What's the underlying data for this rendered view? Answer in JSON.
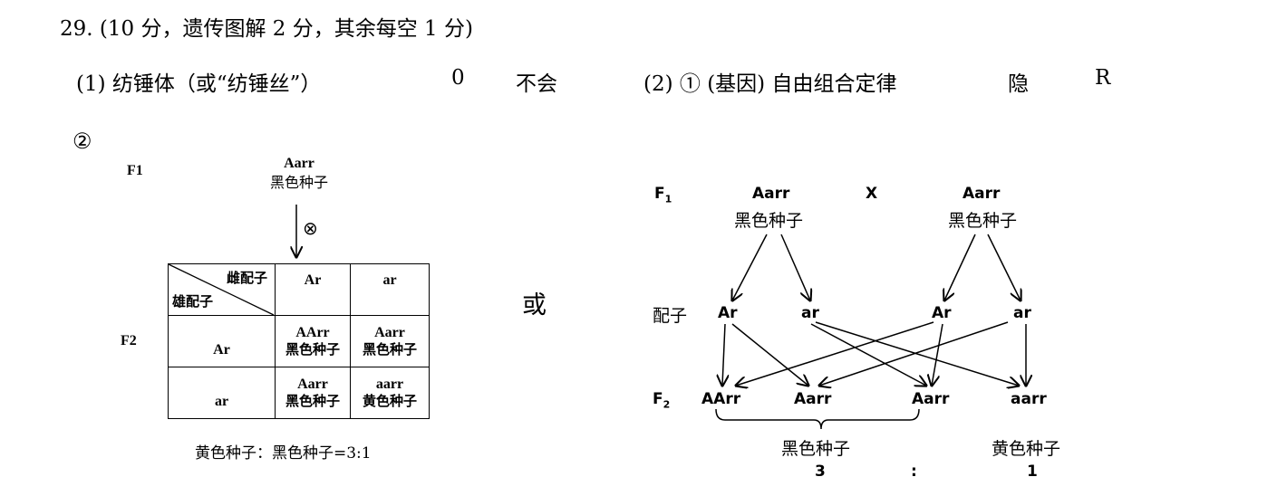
{
  "title": "29. (10 分，遗传图解 2 分，其余每空 1 分)",
  "answers": {
    "p1": "(1) 纺锤体（或“纺锤丝”）",
    "a1": "0",
    "a2": "不会",
    "p2": "(2) ① (基因) 自由组合定律",
    "a3": "隐",
    "a4": "R",
    "circle2": "②"
  },
  "left_diagram": {
    "f1_label": "F1",
    "f2_label": "F2",
    "parent_genotype": "Aarr",
    "parent_phenotype": "黑色种子",
    "self_symbol": "⊗",
    "header_female": "雌配子",
    "header_male": "雄配子",
    "col_headers": [
      "Ar",
      "ar"
    ],
    "rows": [
      {
        "gamete": "Ar",
        "cells": [
          {
            "g": "AArr",
            "p": "黑色种子"
          },
          {
            "g": "Aarr",
            "p": "黑色种子"
          }
        ]
      },
      {
        "gamete": "ar",
        "cells": [
          {
            "g": "Aarr",
            "p": "黑色种子"
          },
          {
            "g": "aarr",
            "p": "黄色种子"
          }
        ]
      }
    ],
    "ratio": "黄色种子：黑色种子=3:1"
  },
  "or_text": "或",
  "right_diagram": {
    "f1_label": "F",
    "f1_sub": "1",
    "f2_label": "F",
    "f2_sub": "2",
    "cross": "X",
    "parent1_genotype": "Aarr",
    "parent1_phenotype": "黑色种子",
    "parent2_genotype": "Aarr",
    "parent2_phenotype": "黑色种子",
    "gamete_label": "配子",
    "gametes": [
      "Ar",
      "ar",
      "Ar",
      "ar"
    ],
    "offspring": [
      "AArr",
      "Aarr",
      "Aarr",
      "aarr"
    ],
    "black_label": "黑色种子",
    "yellow_label": "黄色种子",
    "ratio_black": "3",
    "ratio_colon": ":",
    "ratio_yellow": "1"
  }
}
